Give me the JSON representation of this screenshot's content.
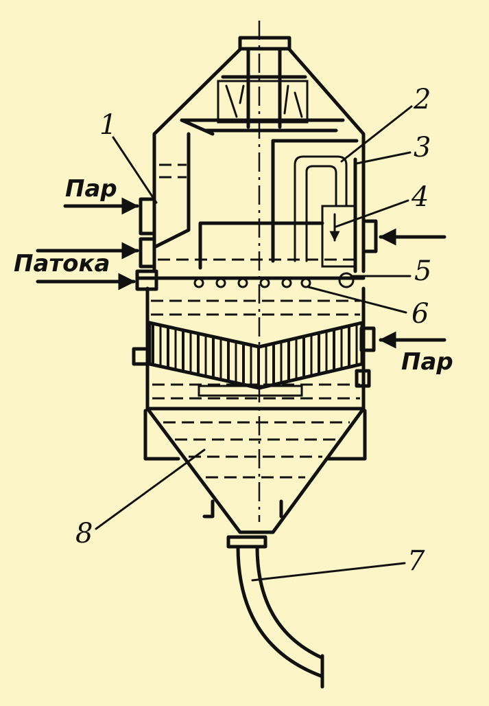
{
  "inlets": {
    "steam_top_left": "Пар",
    "molasses": "Патока",
    "steam_bottom_right": "Пар"
  },
  "labels": {
    "n1": "1",
    "n2": "2",
    "n3": "3",
    "n4": "4",
    "n5": "5",
    "n6": "6",
    "n7": "7",
    "n8": "8"
  },
  "colors": {
    "paper": "#fbf5c8",
    "ink": "#111111"
  }
}
